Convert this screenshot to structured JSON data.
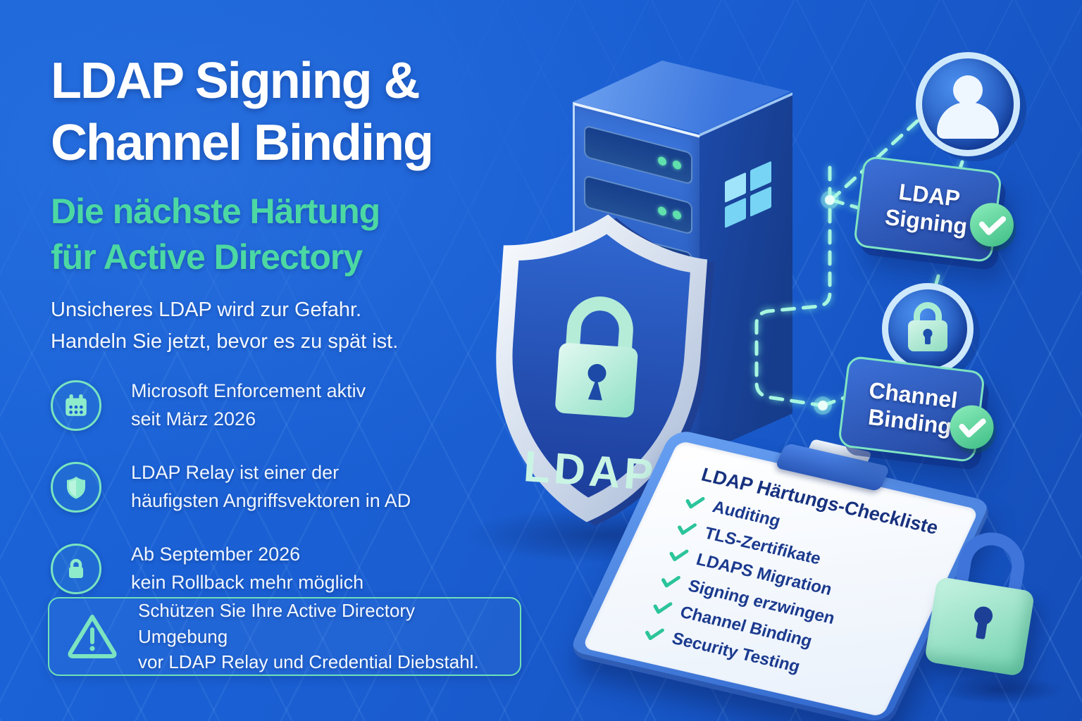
{
  "colors": {
    "background_blue": "#1a5ed2",
    "accent_mint": "#4cd8a3",
    "badge_blue": "#2c55b8",
    "check_green": "#4ecf96",
    "paper_text_navy": "#1b3a8e"
  },
  "headline": {
    "line1": "LDAP Signing &",
    "line2": "Channel Binding"
  },
  "subheadline": {
    "line1": "Die nächste Härtung",
    "line2": "für Active Directory"
  },
  "intro": {
    "line1": "Unsicheres LDAP wird zur Gefahr.",
    "line2": "Handeln Sie jetzt, bevor es zu spät ist."
  },
  "bullets": [
    {
      "icon": "calendar-icon",
      "line1": "Microsoft Enforcement aktiv",
      "line2": "seit März 2026"
    },
    {
      "icon": "shield-icon",
      "line1": "LDAP Relay ist einer der",
      "line2": "häufigsten Angriffsvektoren in AD"
    },
    {
      "icon": "lock-icon",
      "line1": "Ab September 2026",
      "line2": "kein Rollback mehr möglich"
    }
  ],
  "warning_box": {
    "icon": "warning-triangle-icon",
    "line1": "Schützen Sie Ihre Active Directory Umgebung",
    "line2": "vor LDAP Relay und Credential Diebstahl."
  },
  "shield": {
    "label": "LDAP"
  },
  "signing_badge": {
    "line1": "LDAP",
    "line2": "Signing"
  },
  "binding_badge": {
    "line1": "Channel",
    "line2": "Binding"
  },
  "checklist": {
    "title": "LDAP Härtungs-Checkliste",
    "items": [
      "Auditing",
      "TLS-Zertifikate",
      "LDAPS Migration",
      "Signing erzwingen",
      "Channel Binding",
      "Security Testing"
    ]
  }
}
